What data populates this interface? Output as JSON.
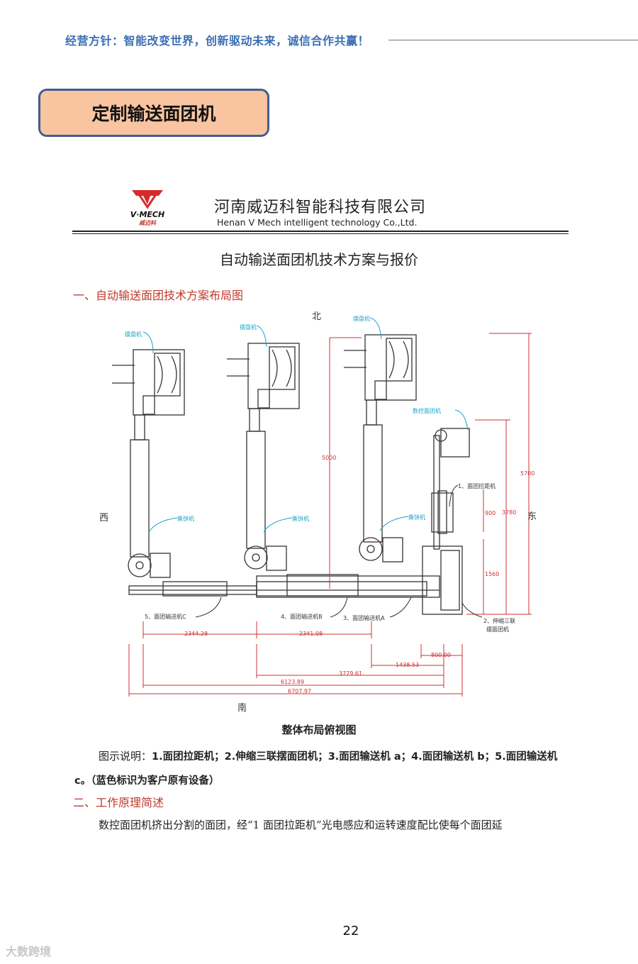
{
  "header": {
    "motto": "经营方针：智能改变世界，创新驱动未来，诚信合作共赢！"
  },
  "section_box": {
    "title": "定制输送面团机"
  },
  "letterhead": {
    "logo_brand": "V·MECH",
    "logo_sub": "威迈科",
    "company_cn": "河南威迈科智能科技有限公司",
    "company_en": "Henan V Mech intelligent technology Co.,Ltd."
  },
  "document": {
    "title": "自动输送面团机技术方案与报价",
    "section1_heading": "一、自动输送面团技术方案布局图",
    "figure_caption": "整体布局俯视图",
    "legend_prefix": "图示说明：",
    "legend_items": "1.面团拉距机；2.伸缩三联摆面团机；3.面团输送机 a；4.面团输送机 b；5.面团输送机 c。",
    "legend_note": "（蓝色标识为客户原有设备）",
    "section2_heading": "二、工作原理简述",
    "body_text": "数控面团机挤出分割的面团，经“1 面团拉距机”光电感应和运转速度配比使每个面团延"
  },
  "diagram": {
    "compass": {
      "north": "北",
      "south": "南",
      "west": "西",
      "east": "东"
    },
    "blue_labels": {
      "tray_1": "摆盘机",
      "tray_2": "摆盘机",
      "tray_3": "摆盘机",
      "press_1": "撕饼机",
      "press_2": "撕饼机",
      "press_3": "撕饼机",
      "cnc": "数控面团机"
    },
    "machine_labels": {
      "m1": "1、面团拉距机",
      "m2_line1": "2、伸缩三联",
      "m2_line2": "摆面团机",
      "m3": "3、面团输送机A",
      "m4": "4、面团输送机B",
      "m5": "5、面团输送机C"
    },
    "dimensions": {
      "v5000": "5000",
      "v5700": "5700",
      "v3780": "3780",
      "v900": "900",
      "v1560": "1560",
      "d2344": "2344.28",
      "d2341": "2341.08",
      "d800": "800.00",
      "d1438": "1438.53",
      "d3779": "3779.61",
      "d6123": "6123.89",
      "d6707": "6707.97"
    },
    "colors": {
      "dimension": "#d03030",
      "blue_label": "#1aa3c8",
      "line": "#333333"
    }
  },
  "footer": {
    "page_number": "22",
    "watermark": "大数跨境"
  }
}
